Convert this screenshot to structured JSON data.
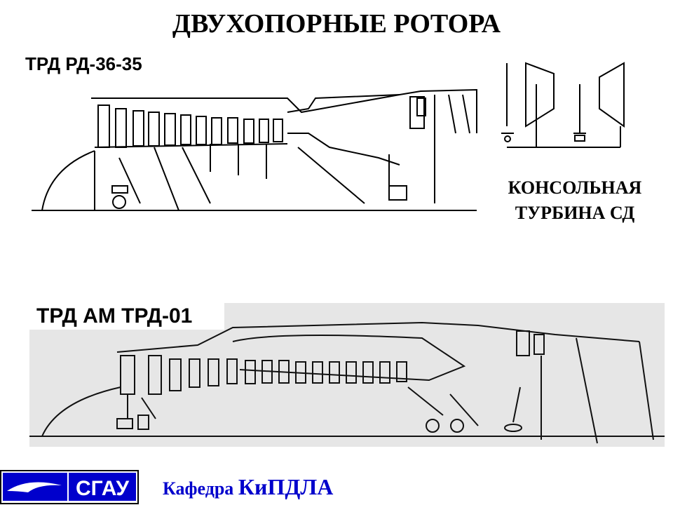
{
  "title": "ДВУХОПОРНЫЕ РОТОРА",
  "top_engine_label": "ТРД РД-36-35",
  "console": {
    "line1": "КОНСОЛЬНАЯ",
    "line2": "ТУРБИНА СД"
  },
  "photo_engine_label": "ТРД АМ ТРД-01",
  "logo_text": "СГАУ",
  "dept": {
    "prefix": "Кафедра ",
    "name": "КиПДЛА"
  }
}
